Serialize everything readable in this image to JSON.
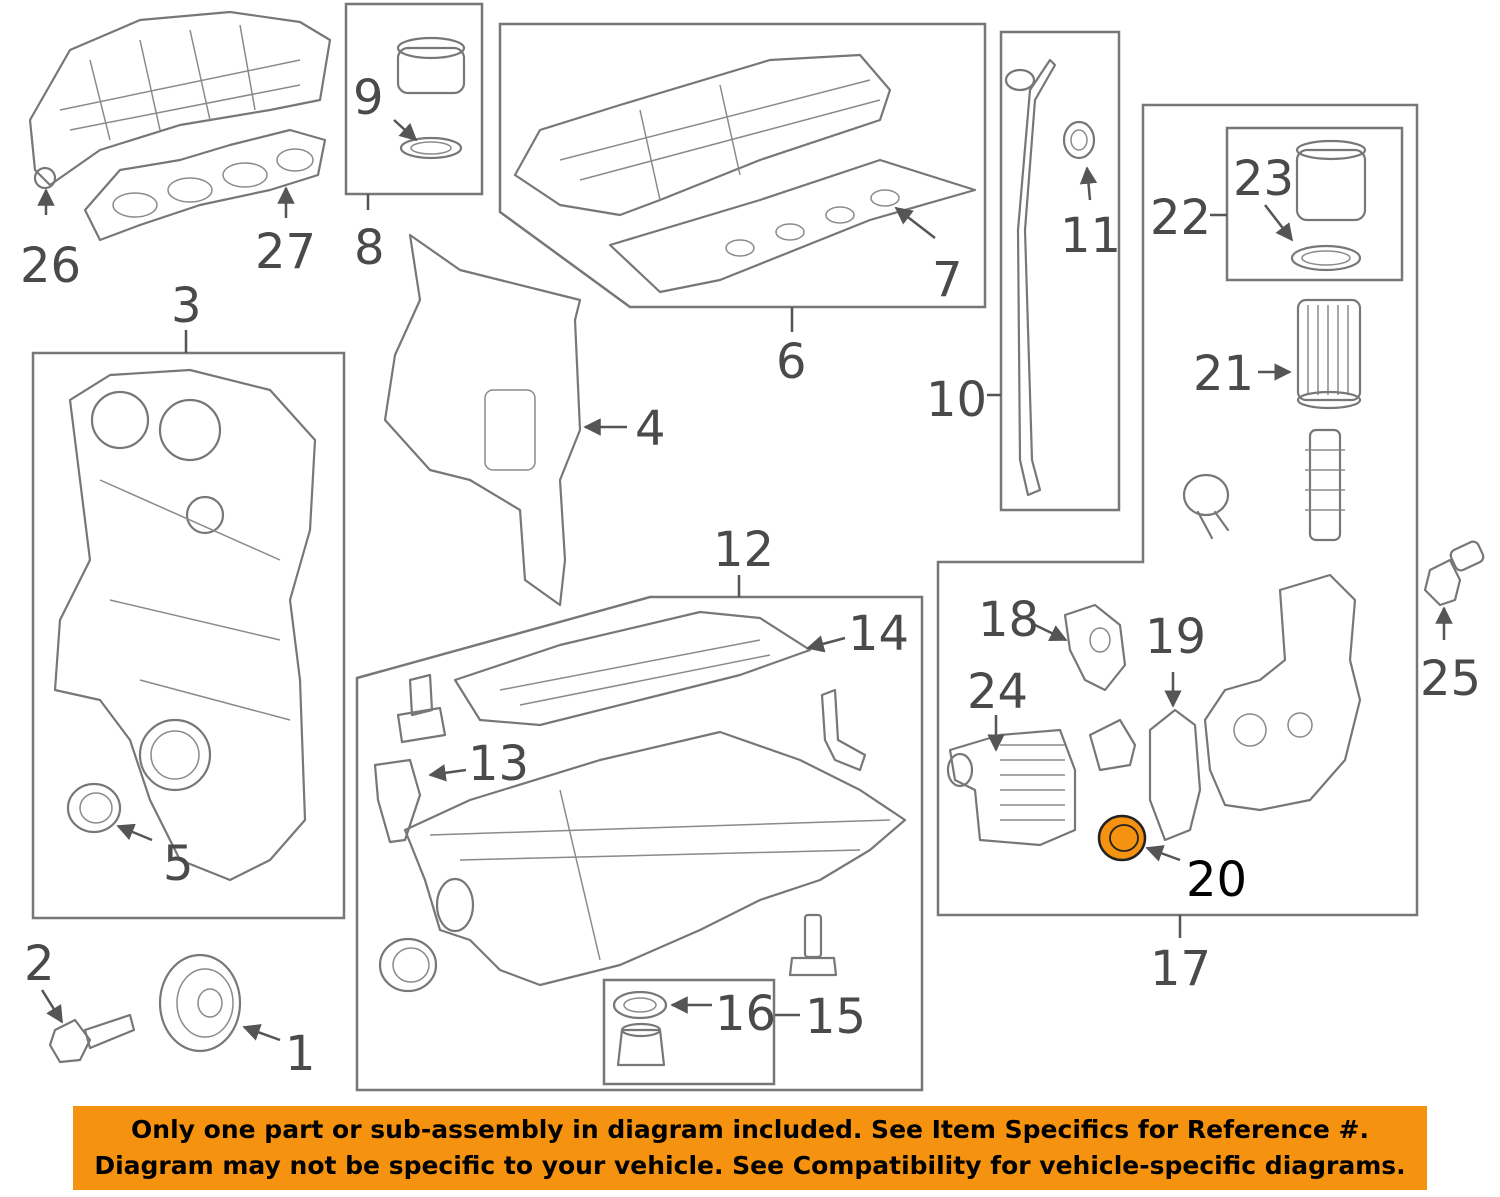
{
  "callouts": {
    "c1": "1",
    "c2": "2",
    "c3": "3",
    "c4": "4",
    "c5": "5",
    "c6": "6",
    "c7": "7",
    "c8": "8",
    "c9": "9",
    "c10": "10",
    "c11": "11",
    "c12": "12",
    "c13": "13",
    "c14": "14",
    "c15": "15",
    "c16": "16",
    "c17": "17",
    "c18": "18",
    "c19": "19",
    "c20": "20",
    "c21": "21",
    "c22": "22",
    "c23": "23",
    "c24": "24",
    "c25": "25",
    "c26": "26",
    "c27": "27"
  },
  "highlight": {
    "part": "20",
    "color": "#f5920f"
  },
  "notice": {
    "line1": "Only one part or sub-assembly in diagram included. See Item Specifics for Reference #.",
    "line2": "Diagram may not be specific to your vehicle. See Compatibility for vehicle-specific diagrams."
  }
}
